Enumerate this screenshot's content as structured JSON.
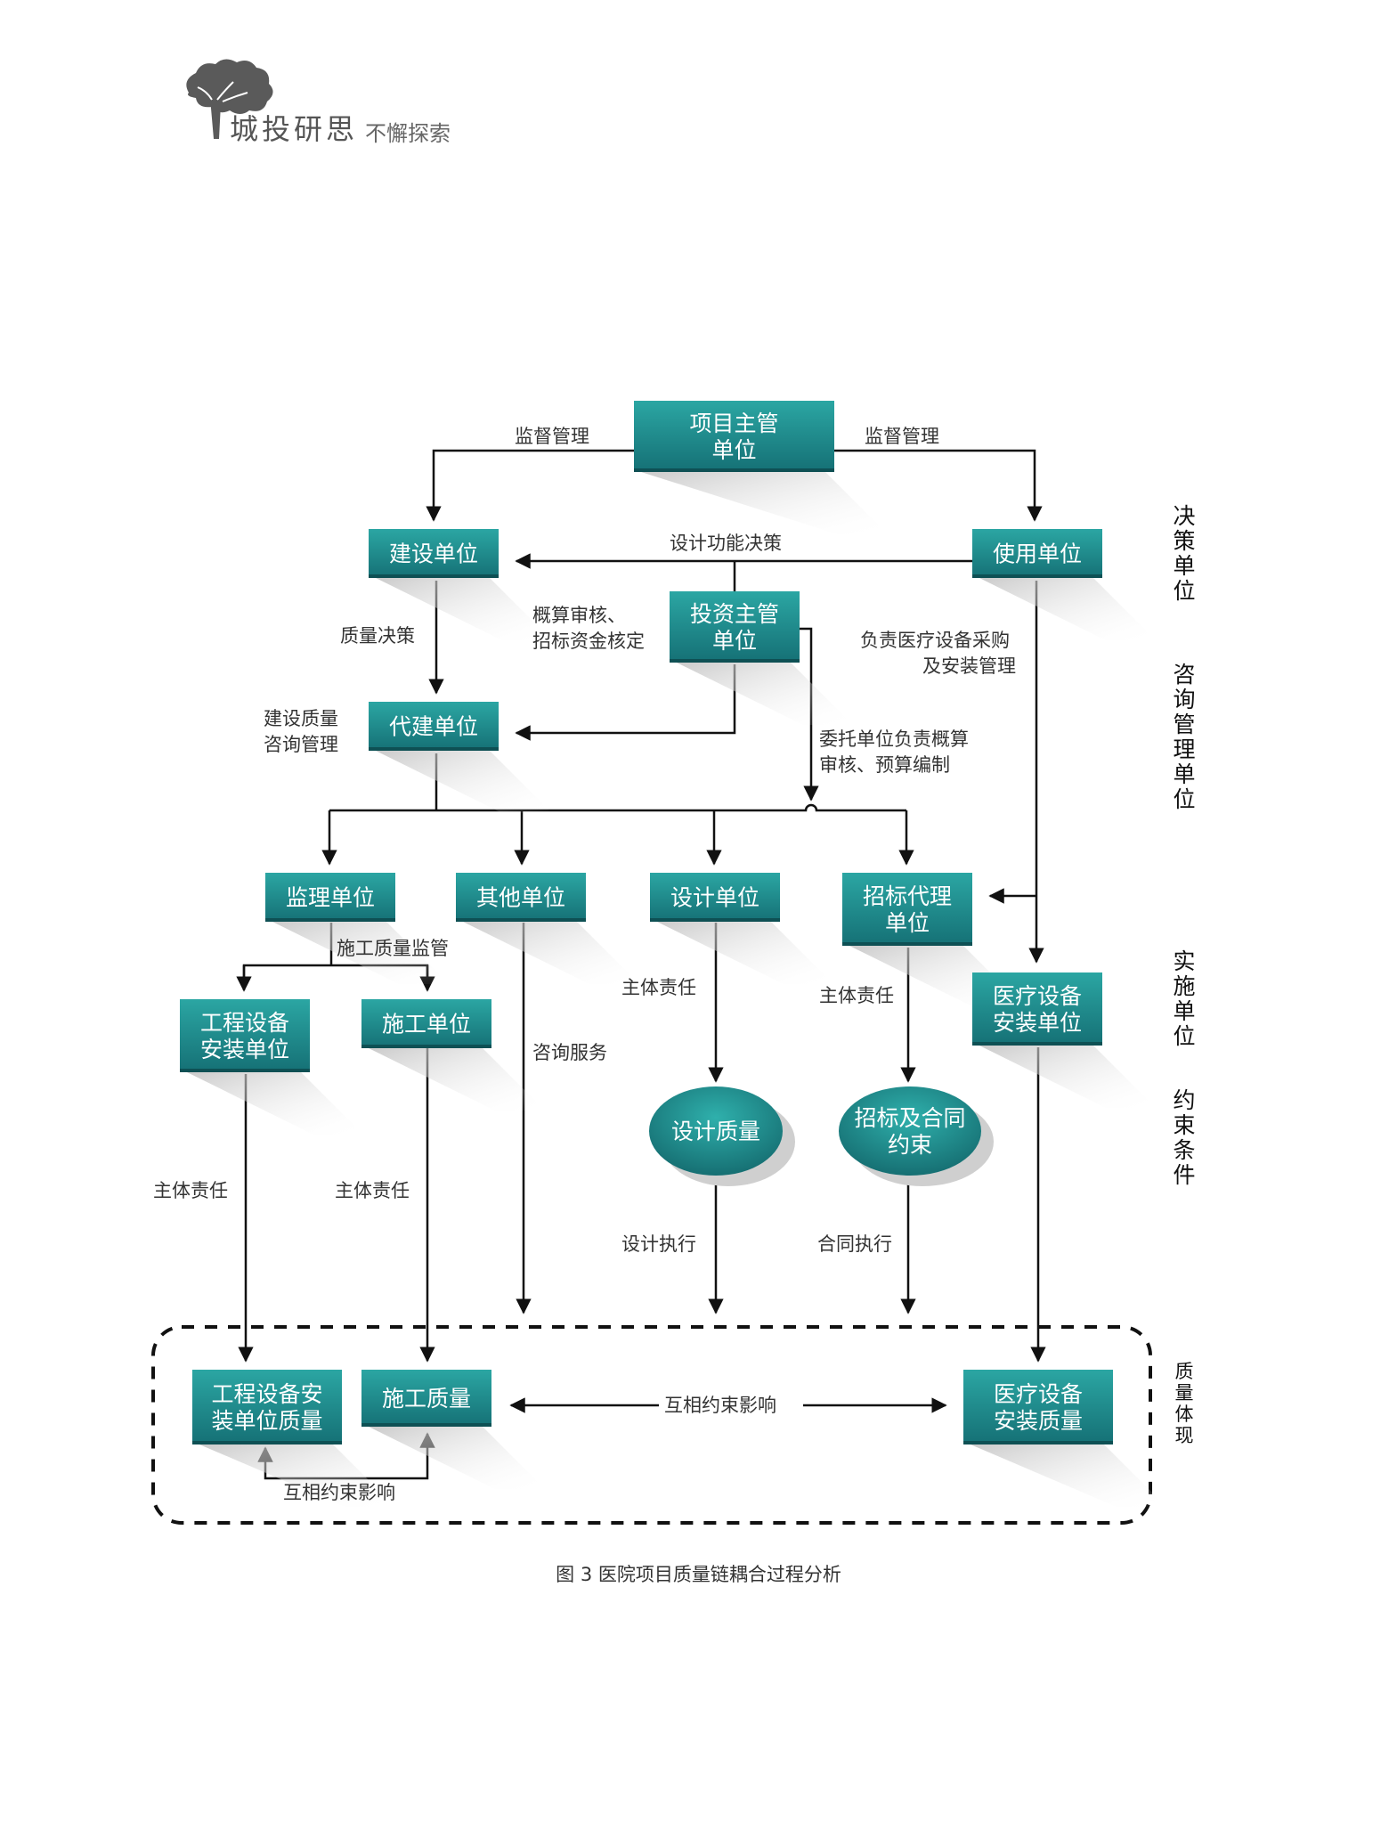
{
  "brand": {
    "name": "城投研思",
    "slogan": "不懈探索"
  },
  "caption": "图 3 医院项目质量链耦合过程分析",
  "side_labels": [
    "决策单位",
    "咨询管理单位",
    "实施单位",
    "约束条件",
    "质量体现"
  ],
  "nodes": {
    "project_authority": [
      "项目主管",
      "单位"
    ],
    "construction_unit": [
      "建设单位"
    ],
    "user_unit": [
      "使用单位"
    ],
    "investment_authority": [
      "投资主管",
      "单位"
    ],
    "agent_construction": [
      "代建单位"
    ],
    "supervision_unit": [
      "监理单位"
    ],
    "other_units": [
      "其他单位"
    ],
    "design_unit": [
      "设计单位"
    ],
    "tender_agent": [
      "招标代理",
      "单位"
    ],
    "equipment_install_unit": [
      "工程设备",
      "安装单位"
    ],
    "construction_contractor": [
      "施工单位"
    ],
    "medical_install_unit": [
      "医疗设备",
      "安装单位"
    ],
    "design_quality": [
      "设计质量"
    ],
    "tender_contract": [
      "招标及合同",
      "约束"
    ],
    "equipment_install_quality": [
      "工程设备安",
      "装单位质量"
    ],
    "construction_quality": [
      "施工质量"
    ],
    "medical_install_quality": [
      "医疗设备",
      "安装质量"
    ]
  },
  "labels": {
    "supervise_left": "监督管理",
    "supervise_right": "监督管理",
    "design_function": "设计功能决策",
    "budget_review": [
      "概算审核、",
      "招标资金核定"
    ],
    "quality_decision": "质量决策",
    "construction_quality_mgmt": [
      "建设质量",
      "咨询管理"
    ],
    "medical_procurement": [
      "负责医疗设备采购",
      "及安装管理"
    ],
    "entrusted_budget": [
      "委托单位负责概算",
      "审核、预算编制"
    ],
    "construction_quality_supervision": "施工质量监管",
    "main_resp_design": "主体责任",
    "main_resp_tender": "主体责任",
    "consulting_service": "咨询服务",
    "main_resp_equipment": "主体责任",
    "main_resp_construction": "主体责任",
    "design_execution": "设计执行",
    "contract_execution": "合同执行",
    "mutual_constraint_right": "互相约束影响",
    "mutual_constraint_bottom": "互相约束影响"
  },
  "colors": {
    "box_top": "#2aa3a0",
    "box_bottom": "#166e72",
    "line": "#111111"
  }
}
